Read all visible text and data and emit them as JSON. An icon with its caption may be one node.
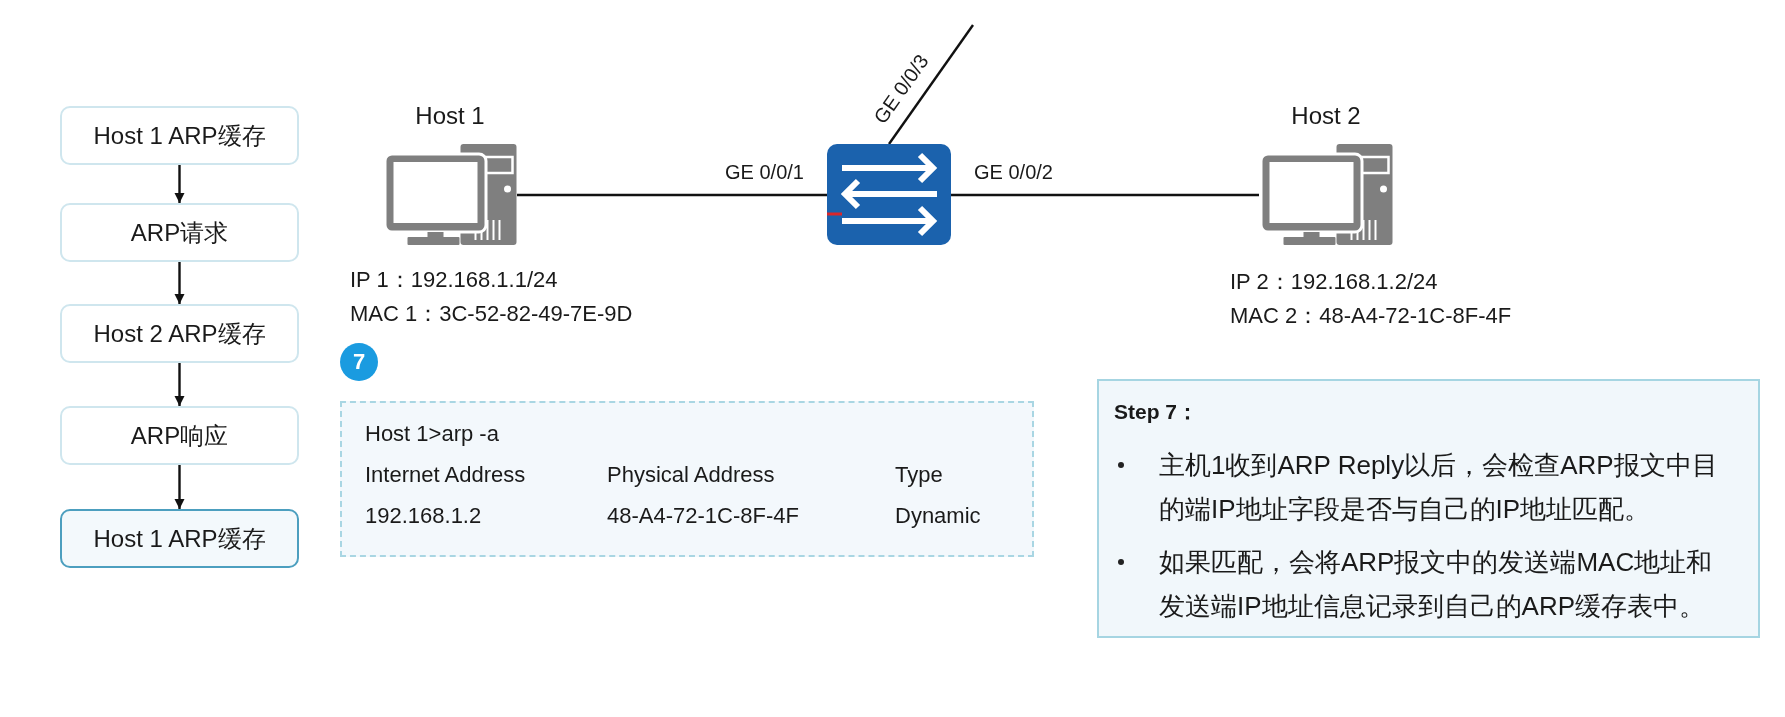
{
  "diagram": {
    "nodes": [
      {
        "text": [
          "Host 1 ARP缓存"
        ]
      },
      {
        "text": [
          "ARP请求"
        ]
      },
      {
        "text": [
          "Host 2 ARP缓存"
        ]
      },
      {
        "text": [
          "ARP响应"
        ]
      },
      {
        "text": [
          "Host 1 ARP缓存"
        ]
      },
      {
        "text": [
          "Host 1"
        ],
        "beside": [
          "IP 1：192.168.1.1/24",
          "MAC 1：3C-52-82-49-7E-9D"
        ]
      },
      {
        "text": [],
        "shape": "picture"
      },
      {
        "text": [
          "Host 2"
        ],
        "beside": [
          "IP 2：192.168.1.2/24",
          "MAC 2：48-A4-72-1C-8F-4F"
        ]
      },
      {
        "text": [
          "7"
        ]
      },
      {
        "text": [
          "Host 1>arp -a",
          "Internet Address",
          "Physical Address",
          "Type",
          "192.168.1.2",
          "48-A4-72-1C-8F-4F",
          "Dynamic"
        ]
      },
      {
        "text": [
          "Step 7：",
          "主机1收到ARP Reply以后，会检查ARP报文中目的端IP地址字段是否与自己的IP地址匹配。",
          "如果匹配，会将ARP报文中的发送端MAC地址和发送端IP地址信息记录到自己的ARP缓存表中。"
        ]
      }
    ],
    "edges": [
      {
        "from": 0,
        "to": 1,
        "arrow": "to"
      },
      {
        "from": 1,
        "to": 2,
        "arrow": "to"
      },
      {
        "from": 2,
        "to": 3,
        "arrow": "to"
      },
      {
        "from": 3,
        "to": 4,
        "arrow": "to"
      },
      {
        "from": 5,
        "to": 6,
        "arrow": "none",
        "label": "GE 0/0/1"
      },
      {
        "from": 6,
        "to": 7,
        "arrow": "none",
        "label": "GE 0/0/2"
      },
      {
        "from": 6,
        "to": null,
        "arrow": "none",
        "label": "GE 0/0/3"
      }
    ]
  }
}
